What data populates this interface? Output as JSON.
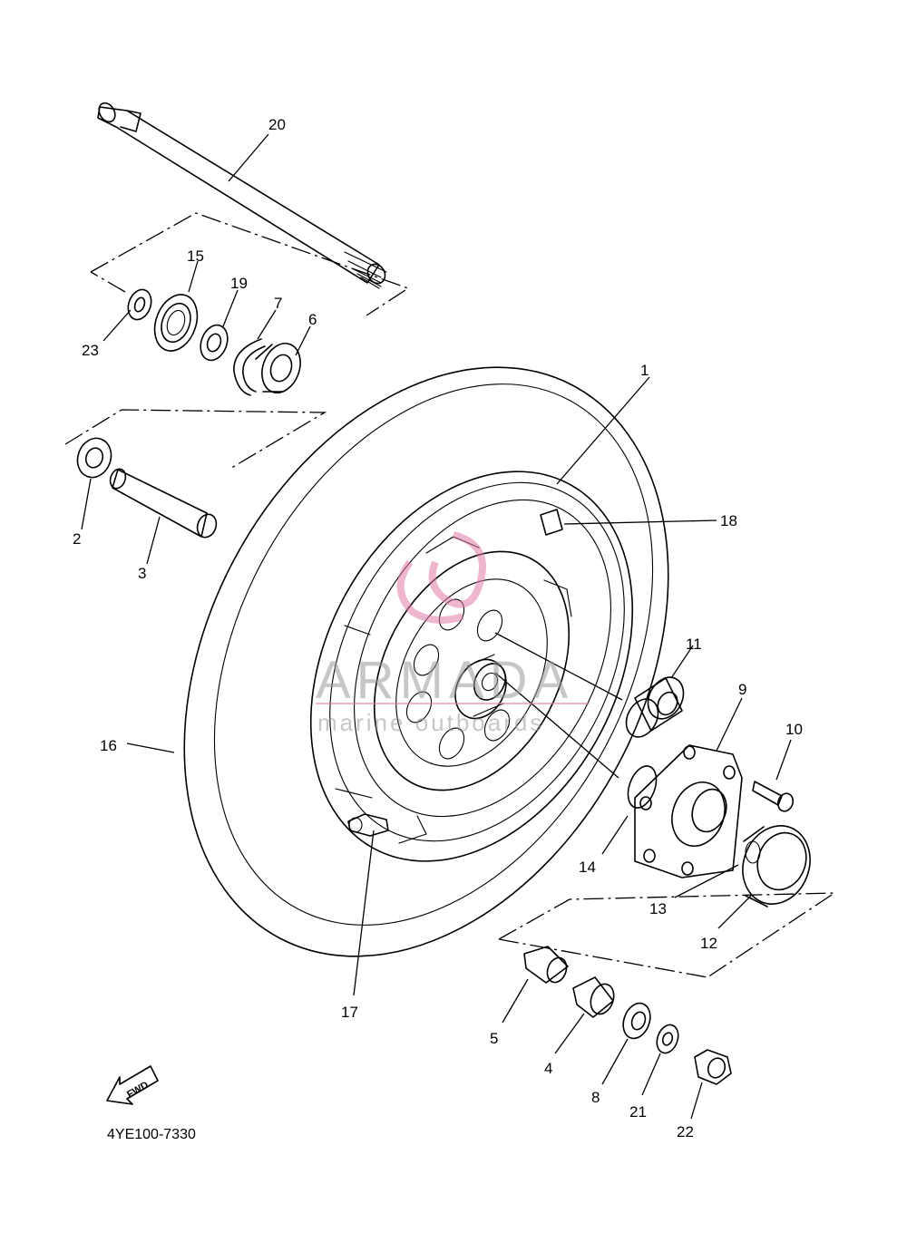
{
  "diagram": {
    "part_code": "4YE100-7330",
    "fwd_label": "FWD",
    "watermark": {
      "brand": "ARMADA",
      "tagline": "marine outboards",
      "accent_color": "#e07aa8"
    },
    "callouts": [
      "1",
      "2",
      "3",
      "4",
      "5",
      "6",
      "7",
      "8",
      "9",
      "10",
      "11",
      "12",
      "13",
      "14",
      "15",
      "16",
      "17",
      "18",
      "19",
      "20",
      "21",
      "22",
      "23"
    ]
  }
}
